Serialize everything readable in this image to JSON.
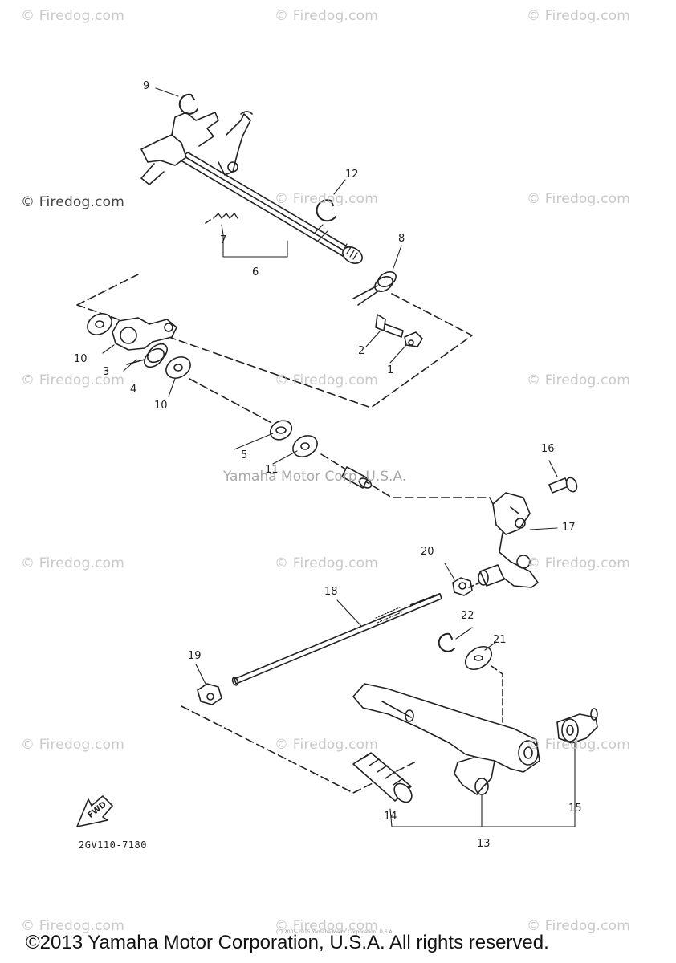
{
  "watermarks": {
    "text": "© Firedog.com",
    "left_label": "© Firedog.com",
    "center_text": "Yamaha Motor Corp, U.S.A."
  },
  "callouts": {
    "c1": "1",
    "c2": "2",
    "c3": "3",
    "c4": "4",
    "c5": "5",
    "c6": "6",
    "c7": "7",
    "c8": "8",
    "c9": "9",
    "c10a": "10",
    "c10b": "10",
    "c11": "11",
    "c12": "12",
    "c13": "13",
    "c14": "14",
    "c15": "15",
    "c16": "16",
    "c17": "17",
    "c18": "18",
    "c19": "19",
    "c20": "20",
    "c21": "21",
    "c22": "22"
  },
  "fwd_arrow": {
    "label": "FWD",
    "icon": "forward-arrow-icon"
  },
  "catalog_number": "2GV110-7180",
  "copyright": "©2013 Yamaha Motor Corporation, U.S.A. All rights reserved.",
  "fine_print": "(c) 2005-2015 Yamaha Motor Corporation, U.S.A.",
  "colors": {
    "line": "#222222",
    "watermark": "#c9c9c9",
    "background": "#ffffff"
  }
}
